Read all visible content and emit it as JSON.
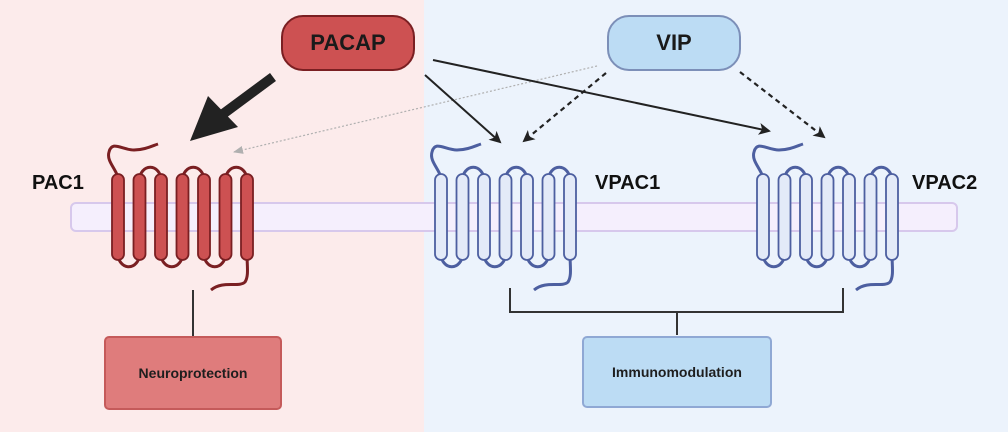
{
  "ligands": {
    "pacap": {
      "label": "PACAP",
      "color": "#cd5152"
    },
    "vip": {
      "label": "VIP",
      "color": "#bcdcf4"
    }
  },
  "receptors": [
    {
      "id": "pac1",
      "label": "PAC1",
      "color": "#cd5152",
      "outline": "#7a1f22"
    },
    {
      "id": "vpac1",
      "label": "VPAC1",
      "color": "#e3eaf8",
      "outline": "#4d5fa0"
    },
    {
      "id": "vpac2",
      "label": "VPAC2",
      "color": "#e3eaf8",
      "outline": "#4d5fa0"
    }
  ],
  "outcomes": {
    "neuroprotection": {
      "label": "Neuroprotection",
      "color": "#df7c7c"
    },
    "immunomodulation": {
      "label": "Immunomodulation",
      "color": "#bcdcf4"
    }
  },
  "connections": [
    {
      "from": "PACAP",
      "to": "PAC1",
      "style": "thick-solid"
    },
    {
      "from": "PACAP",
      "to": "VPAC1",
      "style": "solid"
    },
    {
      "from": "PACAP",
      "to": "VPAC2",
      "style": "solid"
    },
    {
      "from": "VIP",
      "to": "PAC1",
      "style": "faint-dotted"
    },
    {
      "from": "VIP",
      "to": "VPAC1",
      "style": "dashed"
    },
    {
      "from": "VIP",
      "to": "VPAC2",
      "style": "dashed"
    }
  ],
  "panels": {
    "left_color": "#fcebeb",
    "right_color": "#ecf3fc",
    "membrane_color": "#f5effd"
  }
}
